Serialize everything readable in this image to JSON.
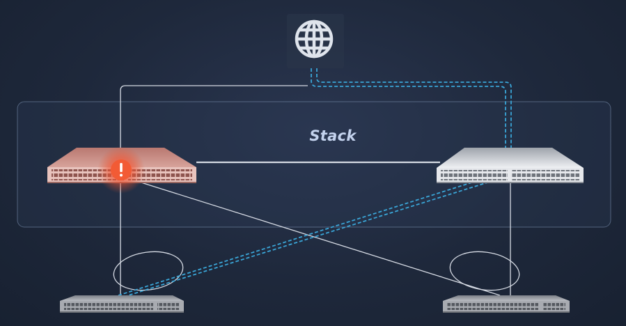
{
  "stack": {
    "label": "Stack"
  },
  "icons": {
    "internet": "globe-icon",
    "alert": "exclamation-alert-icon"
  },
  "devices": {
    "stack_switch_left": {
      "status": "failed"
    },
    "stack_switch_right": {
      "status": "active"
    },
    "access_switch_left": {
      "status": "normal"
    },
    "access_switch_right": {
      "status": "normal"
    }
  },
  "colors": {
    "background": "#1e283b",
    "active_path": "#3aa6d8",
    "link": "#d6dbe4",
    "failed_device": "#c98a82",
    "alert": "#e4542f"
  }
}
